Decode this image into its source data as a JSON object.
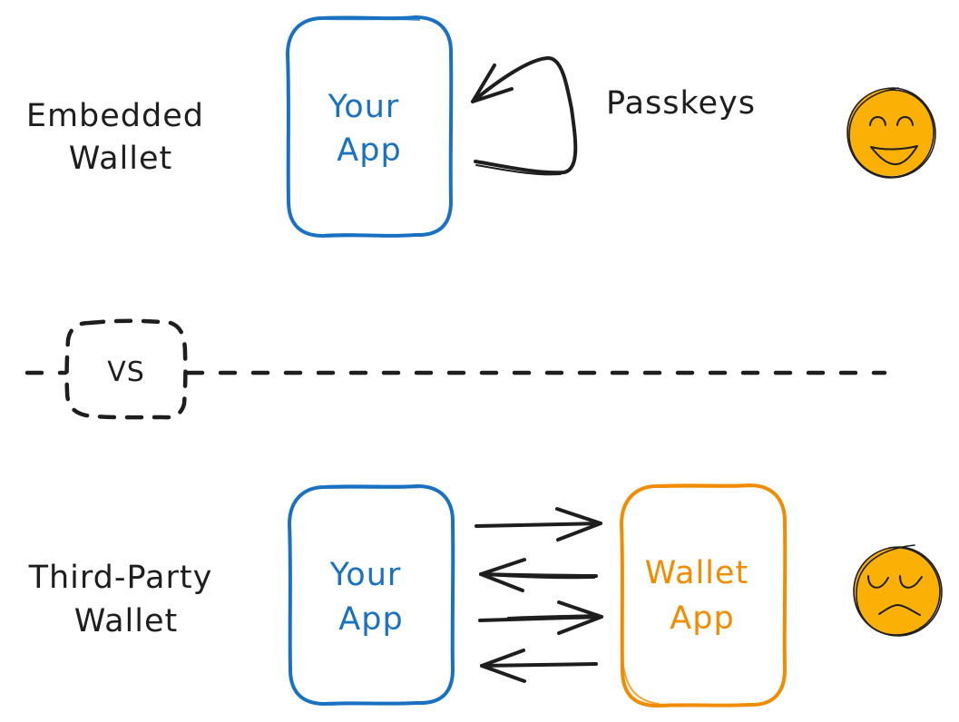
{
  "diagram": {
    "colors": {
      "ink": "#1e1e1e",
      "your_app": "#1971c2",
      "wallet_app": "#f08c00",
      "face": "#fab005",
      "background": "#ffffff"
    },
    "embedded_section": {
      "label_lines": [
        "Embedded",
        "Wallet"
      ],
      "app_box": {
        "label_lines": [
          "Your",
          "App"
        ],
        "color": "#1971c2"
      },
      "self_loop_arrow": {
        "label": "Passkeys",
        "direction": "app-to-app"
      },
      "sentiment": {
        "icon": "happy-face-icon",
        "mood": "happy"
      }
    },
    "divider": {
      "label": "VS",
      "style": "dashed"
    },
    "third_party_section": {
      "label_lines": [
        "Third-Party",
        "Wallet"
      ],
      "app_box": {
        "label_lines": [
          "Your",
          "App"
        ],
        "color": "#1971c2"
      },
      "wallet_box": {
        "label_lines": [
          "Wallet",
          "App"
        ],
        "color": "#f08c00"
      },
      "exchange_arrows": [
        {
          "from": "Your App",
          "to": "Wallet App",
          "direction": "right"
        },
        {
          "from": "Wallet App",
          "to": "Your App",
          "direction": "left"
        },
        {
          "from": "Your App",
          "to": "Wallet App",
          "direction": "right"
        },
        {
          "from": "Wallet App",
          "to": "Your App",
          "direction": "left"
        }
      ],
      "sentiment": {
        "icon": "sad-face-icon",
        "mood": "sad"
      }
    }
  }
}
